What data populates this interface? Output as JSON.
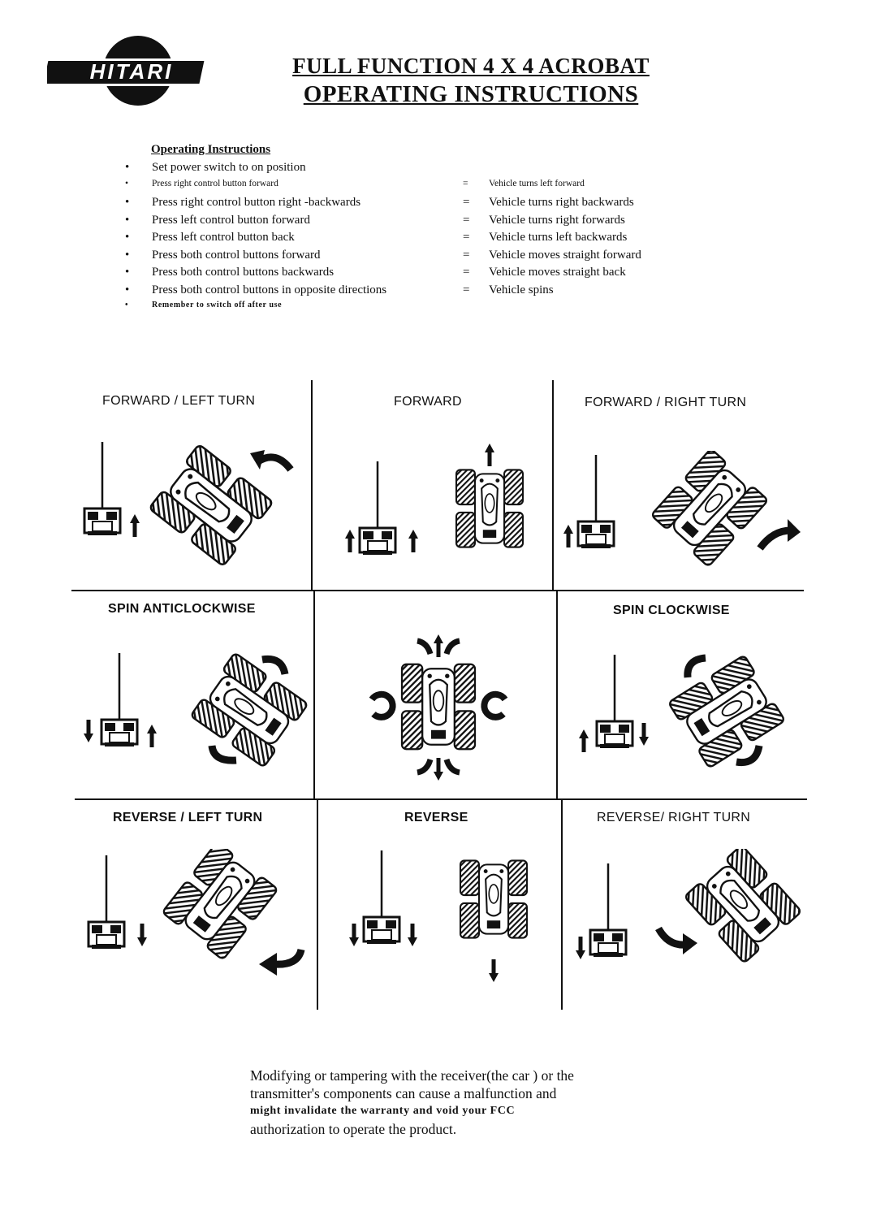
{
  "header": {
    "logo_text": "HITARI",
    "title_line1": "FULL FUNCTION 4 X 4 ACROBAT",
    "title_line2": "OPERATING INSTRUCTIONS"
  },
  "instructions": {
    "heading": "Operating Instructions",
    "items": [
      {
        "bullet": "•",
        "action": "Set power switch to on position",
        "eq": "",
        "result": ""
      },
      {
        "bullet": "•",
        "action": "Press right control button forward",
        "eq": "=",
        "result": "Vehicle turns left forward"
      },
      {
        "bullet": "•",
        "action": "Press right control button right -backwards",
        "eq": "=",
        "result": "Vehicle turns right backwards"
      },
      {
        "bullet": "•",
        "action": "Press left control button forward",
        "eq": "=",
        "result": "Vehicle turns right forwards"
      },
      {
        "bullet": "•",
        "action": "Press left control  button back",
        "eq": "=",
        "result": "Vehicle turns left backwards"
      },
      {
        "bullet": "•",
        "action": "Press both control buttons forward",
        "eq": "=",
        "result": "Vehicle moves straight forward"
      },
      {
        "bullet": "•",
        "action": "Press both control buttons backwards",
        "eq": "=",
        "result": "Vehicle moves straight back"
      },
      {
        "bullet": "•",
        "action": "Press both control buttons in opposite directions",
        "eq": "=",
        "result": "Vehicle spins"
      },
      {
        "bullet": "•",
        "action": "Remember to switch off after use",
        "eq": "",
        "result": ""
      }
    ]
  },
  "grid": {
    "forward_left": "FORWARD / LEFT TURN",
    "forward": "FORWARD",
    "forward_right": "FORWARD / RIGHT TURN",
    "spin_anti": "SPIN ANTICLOCKWISE",
    "spin_clock": "SPIN CLOCKWISE",
    "reverse_left": "REVERSE / LEFT TURN",
    "reverse": "REVERSE",
    "reverse_right": "REVERSE/ RIGHT TURN"
  },
  "warning": {
    "line1": "Modifying or tampering with the receiver(the car ) or the",
    "line2": "transmitter's components can cause a malfunction and",
    "line3": "might invalidate the warranty and void your FCC",
    "line4": "authorization to operate the product."
  }
}
